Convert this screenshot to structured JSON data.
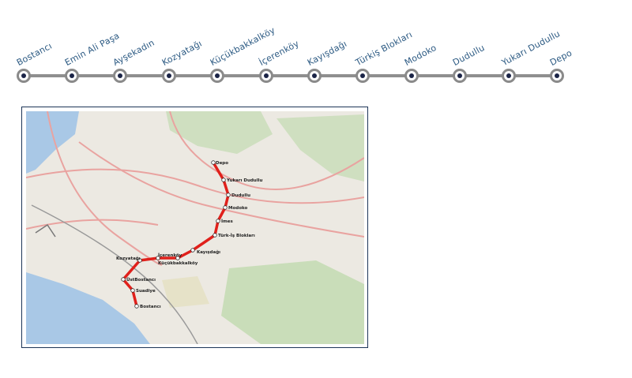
{
  "timeline": {
    "stations": [
      "Bostancı",
      "Emin Ali Paşa",
      "Ayşekadın",
      "Kozyatağı",
      "Küçükbakkalköy",
      "İçerenköy",
      "Kayışdağı",
      "Türkiş Blokları",
      "Modoko",
      "Dudullu",
      "Yukarı Dudullu",
      "Depo"
    ]
  },
  "map": {
    "line_color": "#e0201b",
    "stations": [
      "Depo",
      "Yukarı Dudullu",
      "Dudullu",
      "Modoko",
      "İmes",
      "Türk-İş Blokları",
      "Kayışdağı",
      "İçerenköy",
      "Küçükbakkalköy",
      "Kozyatağı",
      "ÜstBostancı",
      "Suadiye",
      "Bostancı"
    ]
  }
}
